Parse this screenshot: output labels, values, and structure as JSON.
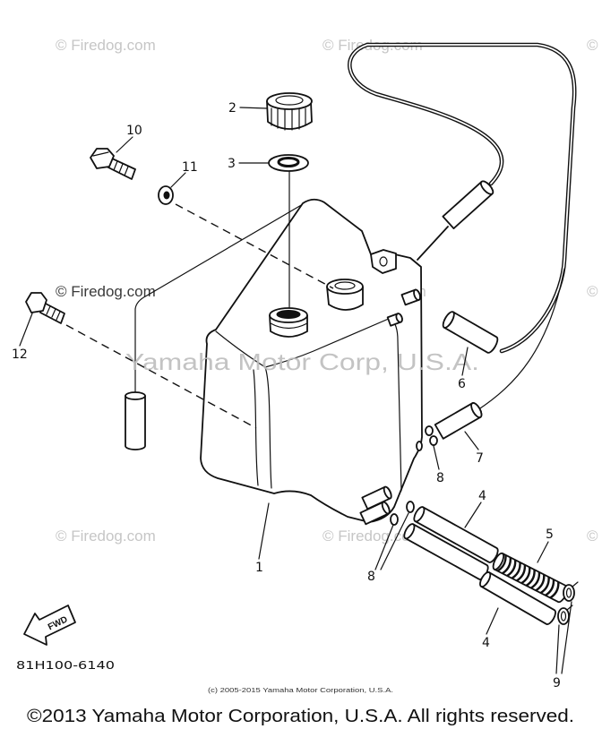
{
  "watermark": "© Firedog.com",
  "watermark_edge": "©",
  "watermark_brand": "Yamaha Motor Corp, U.S.A.",
  "callouts": [
    "1",
    "2",
    "3",
    "4",
    "4",
    "5",
    "6",
    "7",
    "8",
    "8",
    "9",
    "10",
    "11",
    "12"
  ],
  "fwd_arrow_label": "FWD",
  "diagram_code": "81H100-6140",
  "image_copyright": "(c) 2005-2015 Yamaha Motor Corporation, U.S.A.",
  "footer_copyright": "©2013 Yamaha Motor Corporation, U.S.A. All rights reserved."
}
